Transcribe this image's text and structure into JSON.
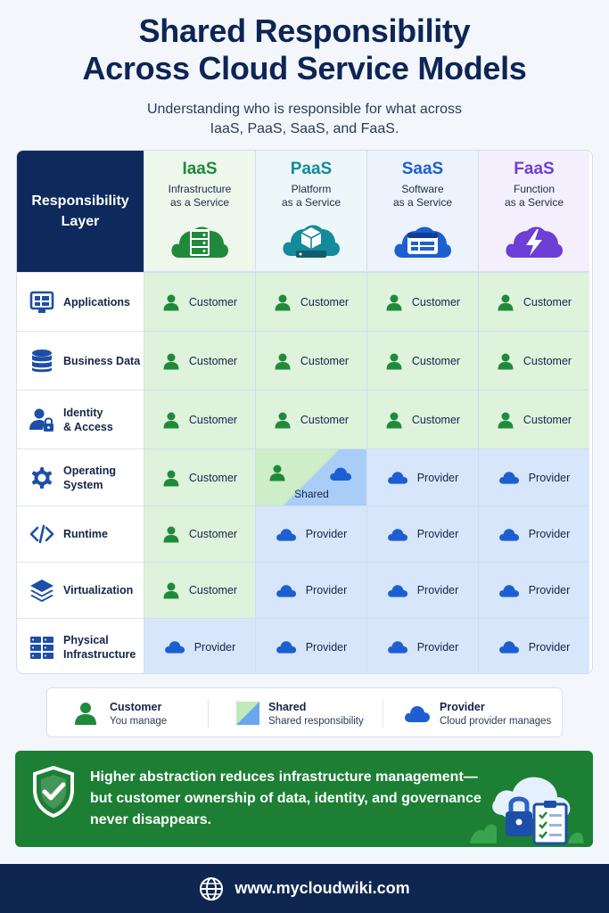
{
  "header": {
    "title_line1": "Shared Responsibility",
    "title_line2": "Across Cloud Service Models",
    "subtitle_line1": "Understanding who is responsible for what across",
    "subtitle_line2": "IaaS, PaaS, SaaS, and FaaS."
  },
  "table": {
    "layer_header": "Responsibility Layer",
    "models": [
      {
        "abbr": "IaaS",
        "line1": "Infrastructure",
        "line2": "as a Service",
        "color": "#1f8a3b",
        "icon": "server-cloud-icon"
      },
      {
        "abbr": "PaaS",
        "line1": "Platform",
        "line2": "as a Service",
        "color": "#148a9c",
        "icon": "platform-cloud-icon"
      },
      {
        "abbr": "SaaS",
        "line1": "Software",
        "line2": "as a Service",
        "color": "#1d5fd1",
        "icon": "software-cloud-icon"
      },
      {
        "abbr": "FaaS",
        "line1": "Function",
        "line2": "as a Service",
        "color": "#6d3fd4",
        "icon": "function-cloud-icon"
      }
    ],
    "rows": [
      {
        "line1": "Applications",
        "line2": "",
        "icon": "applications-icon",
        "cells": [
          "Customer",
          "Customer",
          "Customer",
          "Customer"
        ]
      },
      {
        "line1": "Business Data",
        "line2": "",
        "icon": "database-icon",
        "cells": [
          "Customer",
          "Customer",
          "Customer",
          "Customer"
        ]
      },
      {
        "line1": "Identity",
        "line2": "& Access",
        "icon": "identity-lock-icon",
        "cells": [
          "Customer",
          "Customer",
          "Customer",
          "Customer"
        ]
      },
      {
        "line1": "Operating",
        "line2": "System",
        "icon": "gear-icon",
        "cells": [
          "Customer",
          "Shared",
          "Provider",
          "Provider"
        ]
      },
      {
        "line1": "Runtime",
        "line2": "",
        "icon": "code-icon",
        "cells": [
          "Customer",
          "Provider",
          "Provider",
          "Provider"
        ]
      },
      {
        "line1": "Virtualization",
        "line2": "",
        "icon": "layers-icon",
        "cells": [
          "Customer",
          "Provider",
          "Provider",
          "Provider"
        ]
      },
      {
        "line1": "Physical",
        "line2": "Infrastructure",
        "icon": "server-rack-icon",
        "cells": [
          "Provider",
          "Provider",
          "Provider",
          "Provider"
        ]
      }
    ]
  },
  "legend": {
    "customer_title": "Customer",
    "customer_desc": "You manage",
    "shared_title": "Shared",
    "shared_desc": "Shared responsibility",
    "provider_title": "Provider",
    "provider_desc": "Cloud provider manages"
  },
  "banner": {
    "message": "Higher abstraction reduces infrastructure management—but customer ownership of data, identity, and governance never disappears."
  },
  "footer": {
    "url": "www.mycloudwiki.com"
  },
  "colors": {
    "navy": "#0e2a5c",
    "customer_green": "#1f8a3b",
    "provider_blue": "#1d5fd1",
    "customer_bg": "#dff2dc",
    "provider_bg": "#d7e6fa",
    "banner_green": "#1c7f34"
  }
}
